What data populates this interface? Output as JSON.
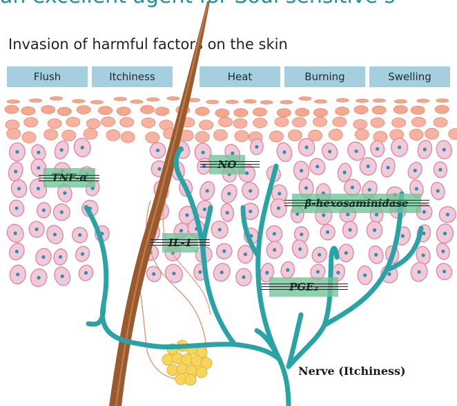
{
  "diagram": {
    "cut_title": "an excellent agent for Soul sensitive s",
    "subtitle": "Invasion of harmful factors on the skin",
    "symptoms": [
      "Flush",
      "Itchiness",
      "Heat",
      "Burning",
      "Swelling"
    ],
    "mediators": {
      "tnf": "TNF-α",
      "no": "NO",
      "il1": "IL-1",
      "hex": "β-hexosaminidase",
      "pge2": "PGE₂"
    },
    "nerve_label": "Nerve (Itchiness)",
    "colors": {
      "symptom_box": "#a5cfdf",
      "mediator_box": "#70c498",
      "nerve": "#2aa3a6",
      "hair": "#8a4a22",
      "cell_fill": "#f2c9d6",
      "cell_nucleus": "#2b8fb5",
      "top_cell": "#f08a68",
      "fat": "#f7d45a"
    }
  }
}
